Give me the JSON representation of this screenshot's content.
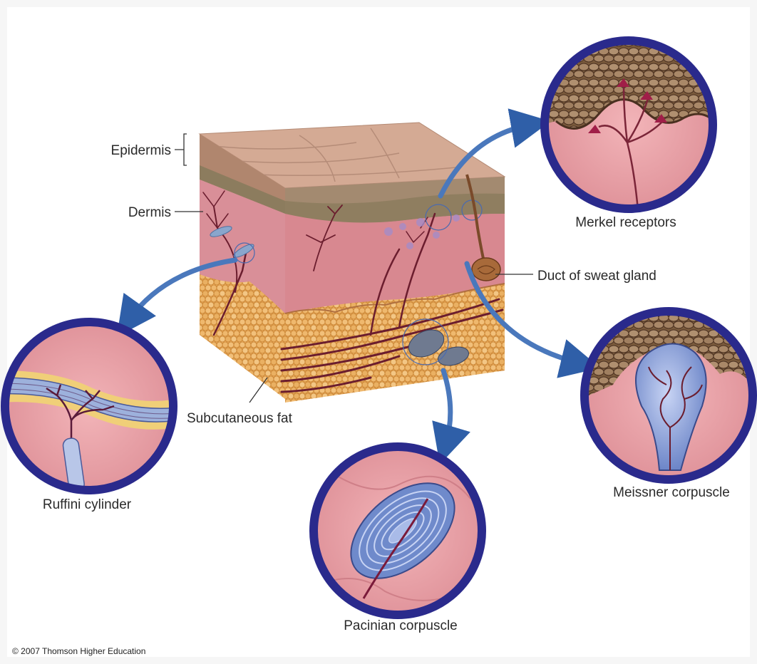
{
  "labels": {
    "epidermis": "Epidermis",
    "dermis": "Dermis",
    "subcutaneous_fat": "Subcutaneous fat",
    "sweat_duct": "Duct of sweat gland",
    "merkel": "Merkel receptors",
    "meissner": "Meissner corpuscle",
    "pacinian": "Pacinian corpuscle",
    "ruffini": "Ruffini cylinder"
  },
  "credit": "© 2007 Thomson Higher Education",
  "colors": {
    "ring": "#2a2a8c",
    "arrow": "#3d6db0",
    "skin_top": "#caa08a",
    "epidermis_brown": "#9a8468",
    "dermis_pink": "#d98f98",
    "fat_orange": "#e8a85a",
    "nerve": "#6b1d2e",
    "capsule_blue": "#8fa6dc",
    "tissue_pink": "#eaa0a6"
  },
  "icons": [
    "merkel-inset",
    "meissner-inset",
    "pacinian-inset",
    "ruffini-inset",
    "skin-block"
  ]
}
